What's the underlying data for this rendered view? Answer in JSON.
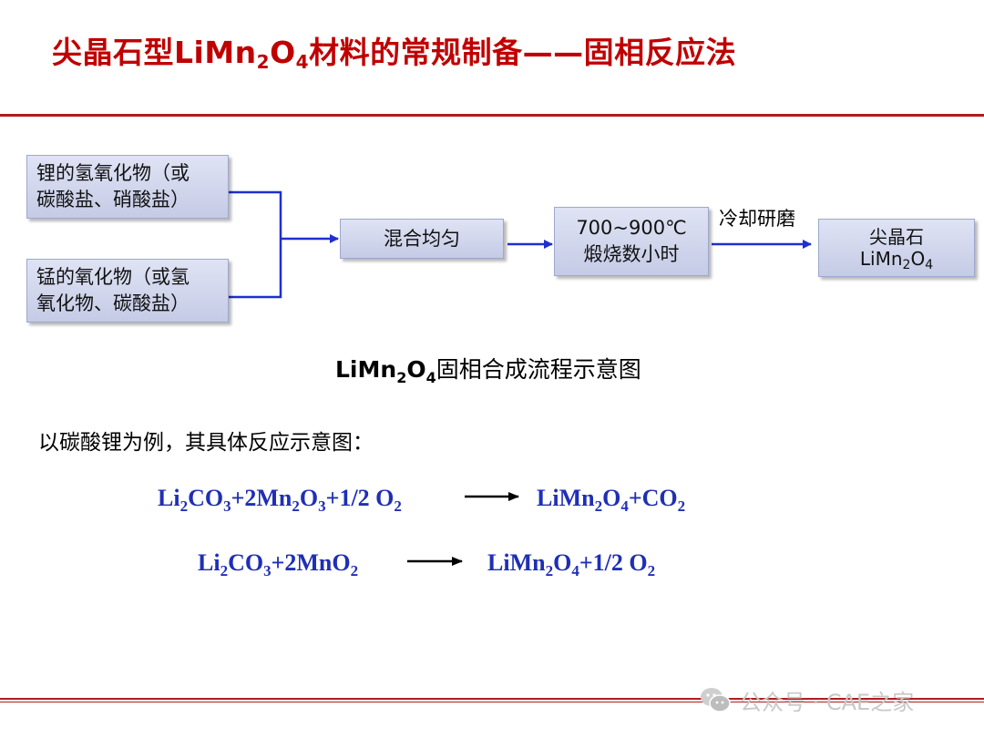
{
  "title": {
    "pre": "尖晶石型LiMn",
    "sub1": "2",
    "mid": "O",
    "sub2": "4",
    "post": "材料的常规制备——固相反应法"
  },
  "flow": {
    "box_a": {
      "line1": "锂的氢氧化物（或",
      "line2": "碳酸盐、硝酸盐）"
    },
    "box_b": {
      "line1": "锰的氧化物（或氢",
      "line2": "氧化物、碳酸盐）"
    },
    "box_c": {
      "label": "混合均匀"
    },
    "box_d": {
      "line1": "700~900℃",
      "line2": "煅烧数小时"
    },
    "box_e": {
      "line1": "尖晶石",
      "line2_pre": "LiMn",
      "line2_sub1": "2",
      "line2_mid": "O",
      "line2_sub2": "4"
    },
    "step_label": "冷却研磨"
  },
  "caption": {
    "pre": "LiMn",
    "sub1": "2",
    "mid": "O",
    "sub2": "4",
    "rest": "固相合成流程示意图"
  },
  "intro": "以碳酸锂为例，其具体反应示意图：",
  "equations": {
    "eq1_left": {
      "a": "Li",
      "b": "2",
      "c": "CO",
      "d": "3",
      "e": "+2Mn",
      "f": "2",
      "g": "O",
      "h": "3",
      "i": "+1/2 O",
      "j": "2"
    },
    "eq1_right": {
      "a": "LiMn",
      "b": "2",
      "c": "O",
      "d": "4",
      "e": "+CO",
      "f": "2"
    },
    "eq2_left": {
      "a": "Li",
      "b": "2",
      "c": "CO",
      "d": "3",
      "e": "+2MnO",
      "f": "2"
    },
    "eq2_right": {
      "a": "LiMn",
      "b": "2",
      "c": "O",
      "d": "4",
      "e": "+1/2 O",
      "f": "2"
    }
  },
  "watermark": {
    "text": "公众号 · CAE之家",
    "icon": "wechat-icon"
  },
  "colors": {
    "title": "#c00000",
    "rule": "#b01d1d",
    "arrow": "#1f2fd0",
    "equation": "#1f2fb5",
    "box": "#c5cbe6"
  }
}
